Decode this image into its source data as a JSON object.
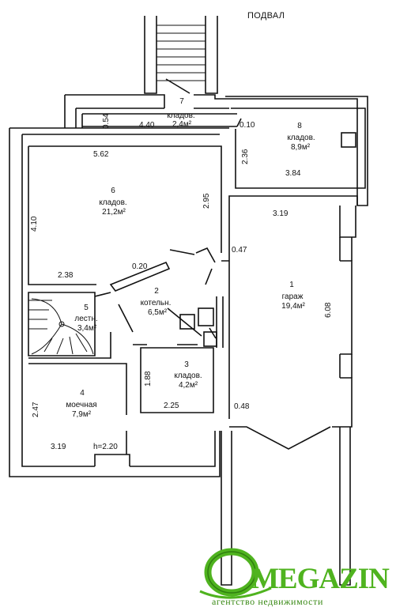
{
  "title": "ПОДВАЛ",
  "rooms": [
    {
      "num": "1",
      "name": "гараж",
      "area": "19,4м²"
    },
    {
      "num": "2",
      "name": "котельн.",
      "area": "6,5м²"
    },
    {
      "num": "3",
      "name": "кладов.",
      "area": "4,2м²"
    },
    {
      "num": "4",
      "name": "моечная",
      "area": "7,9м²"
    },
    {
      "num": "5",
      "name": "лестн.",
      "area": "3,4м²"
    },
    {
      "num": "6",
      "name": "кладов.",
      "area": "21,2м²"
    },
    {
      "num": "7",
      "name": "кладов.",
      "area": "2,4м²"
    },
    {
      "num": "8",
      "name": "кладов.",
      "area": "8,9м²"
    }
  ],
  "dimensions": {
    "d_054": "0.54",
    "d_440": "4.40",
    "d_010": "0.10",
    "d_236": "2.36",
    "d_384": "3.84",
    "d_562": "5.62",
    "d_295": "2.95",
    "d_410": "4.10",
    "d_319_top": "3.19",
    "d_047": "0.47",
    "d_020": "0.20",
    "d_238": "2.38",
    "d_608": "6.08",
    "d_188": "1.88",
    "d_225": "2.25",
    "d_048": "0.48",
    "d_247": "2.47",
    "d_319_bottom": "3.19",
    "height": "h=2.20"
  },
  "logo": {
    "letter": "O",
    "name": "MEGAZIN",
    "subtitle": "агентство недвижимости",
    "color": "#4fb31f"
  }
}
